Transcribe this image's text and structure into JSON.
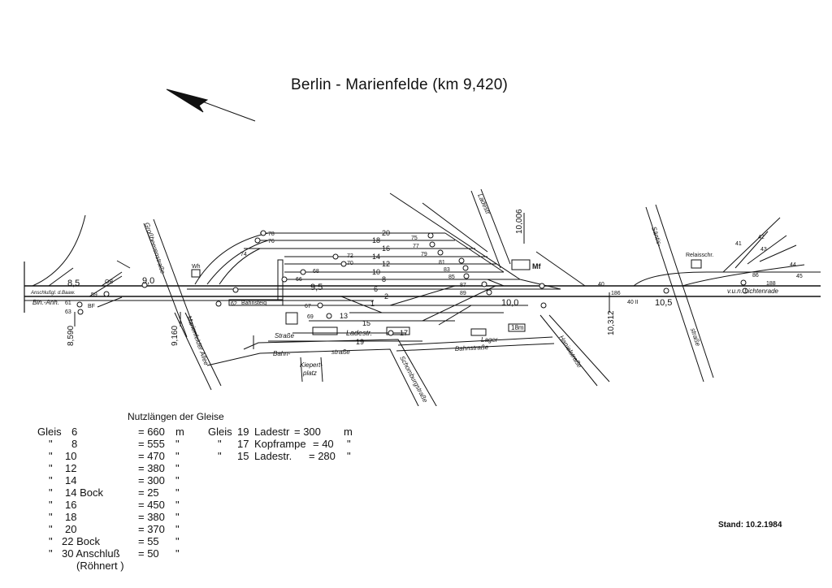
{
  "title": "Berlin - Marienfelde (km 9,420)",
  "stand": "Stand: 10.2.1984",
  "table": {
    "heading": "Nutzlängen der Gleise",
    "left_rows": [
      {
        "prefix": "Gleis",
        "track": "6",
        "value": "= 660",
        "unit": "m"
      },
      {
        "prefix": "\"",
        "track": "8",
        "value": "= 555",
        "unit": "\""
      },
      {
        "prefix": "\"",
        "track": "10",
        "value": "= 470",
        "unit": "\""
      },
      {
        "prefix": "\"",
        "track": "12",
        "value": "= 380",
        "unit": "\""
      },
      {
        "prefix": "\"",
        "track": "14",
        "value": "= 300",
        "unit": "\""
      },
      {
        "prefix": "\"",
        "track": "14 Bock",
        "value": "= 25",
        "unit": "\""
      },
      {
        "prefix": "\"",
        "track": "16",
        "value": "= 450",
        "unit": "\""
      },
      {
        "prefix": "\"",
        "track": "18",
        "value": "= 380",
        "unit": "\""
      },
      {
        "prefix": "\"",
        "track": "20",
        "value": "= 370",
        "unit": "\""
      },
      {
        "prefix": "\"",
        "track": "22 Bock",
        "value": "= 55",
        "unit": "\""
      },
      {
        "prefix": "\"",
        "track": "30 Anschluß",
        "value": "= 50",
        "unit": "\""
      },
      {
        "prefix": "",
        "track": "(Röhnert )",
        "value": "",
        "unit": ""
      }
    ],
    "right_rows": [
      {
        "prefix": "Gleis",
        "track": "19",
        "name": "Ladestr",
        "value": "= 300",
        "unit": "m"
      },
      {
        "prefix": "\"",
        "track": "17",
        "name": "Kopframpe",
        "value": "= 40",
        "unit": "\""
      },
      {
        "prefix": "\"",
        "track": "15",
        "name": "Ladestr.",
        "value": "= 280",
        "unit": "\""
      }
    ]
  },
  "plan": {
    "km_labels": [
      "8,5",
      "9,0",
      "9,5",
      "10,0",
      "10,5",
      "8,590",
      "9,160",
      "10,006",
      "10,312"
    ],
    "track_labels": [
      "20",
      "18",
      "16",
      "14",
      "12",
      "10",
      "8",
      "6",
      "2",
      "1",
      "13",
      "15",
      "17",
      "19"
    ],
    "street_labels": [
      "Großbeerenstraße",
      "Marienfelder Allee",
      "Bahnstraße",
      "Straße",
      "Bahn-",
      "straße",
      "Schomburgstraße",
      "Hanielstraße",
      "Säntis-",
      "straße",
      "Kiepert-",
      "platz",
      "Ladestr.",
      "Lager",
      "Ladestr"
    ],
    "building_labels": [
      "Wh",
      "Mf",
      "Relaisschr.",
      "Bahnsteig",
      "Lager",
      "18m"
    ],
    "direction_labels": [
      "v.u.n. Lichtenrade",
      "Bln.-Anh.",
      "Anschlußgl. d.Baaw."
    ],
    "misc_labels": [
      "BF",
      "OB",
      "59",
      "61",
      "63",
      "78",
      "76",
      "74",
      "75",
      "77",
      "79",
      "66",
      "68",
      "70",
      "72",
      "81",
      "83",
      "85",
      "87",
      "89",
      "67",
      "69",
      "62",
      "186",
      "188",
      "40",
      "40 II",
      "41",
      "42",
      "43",
      "44",
      "45",
      "86"
    ]
  }
}
